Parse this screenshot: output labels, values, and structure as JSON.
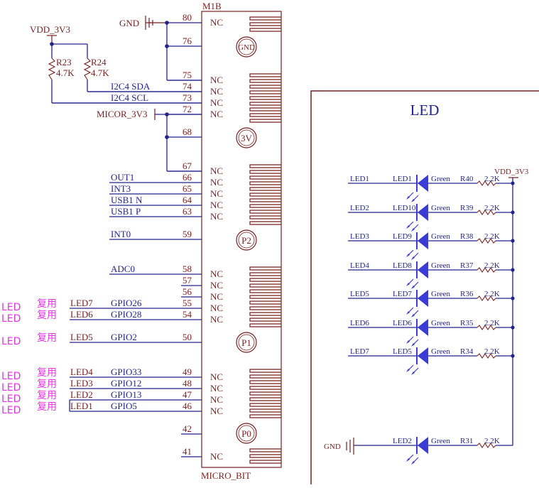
{
  "diagram": {
    "module": {
      "ref": "M1B",
      "name": "MICRO_BIT",
      "pad_labels": [
        "GND",
        "3V",
        "P2",
        "P1",
        "P0"
      ]
    },
    "power": {
      "gnd": "GND",
      "vdd": "VDD_3V3",
      "micor": "MICOR_3V3"
    },
    "resistors": [
      {
        "ref": "R23",
        "value": "4.7K"
      },
      {
        "ref": "R24",
        "value": "4.7K"
      }
    ],
    "pins": [
      {
        "num": "80",
        "nc": "NC",
        "net": ""
      },
      {
        "num": "76",
        "nc": "",
        "net": ""
      },
      {
        "num": "75",
        "nc": "NC",
        "net": ""
      },
      {
        "num": "74",
        "nc": "NC",
        "net": "I2C4_SDA"
      },
      {
        "num": "73",
        "nc": "NC",
        "net": "I2C4_SCL"
      },
      {
        "num": "72",
        "nc": "NC",
        "net": ""
      },
      {
        "num": "68",
        "nc": "",
        "net": ""
      },
      {
        "num": "67",
        "nc": "NC",
        "net": ""
      },
      {
        "num": "66",
        "nc": "NC",
        "net": "OUT1"
      },
      {
        "num": "65",
        "nc": "NC",
        "net": "INT3"
      },
      {
        "num": "64",
        "nc": "NC",
        "net": "USB1_N"
      },
      {
        "num": "63",
        "nc": "NC",
        "net": "USB1_P"
      },
      {
        "num": "59",
        "nc": "",
        "net": "INT0"
      },
      {
        "num": "58",
        "nc": "NC",
        "net": "ADC0"
      },
      {
        "num": "57",
        "nc": "NC",
        "net": ""
      },
      {
        "num": "56",
        "nc": "NC",
        "net": ""
      },
      {
        "num": "55",
        "nc": "NC",
        "net": "GPIO26"
      },
      {
        "num": "54",
        "nc": "NC",
        "net": "GPIO28"
      },
      {
        "num": "50",
        "nc": "",
        "net": "GPIO2"
      },
      {
        "num": "49",
        "nc": "NC",
        "net": "GPIO33"
      },
      {
        "num": "48",
        "nc": "NC",
        "net": "GPIO12"
      },
      {
        "num": "47",
        "nc": "NC",
        "net": "GPIO13"
      },
      {
        "num": "46",
        "nc": "NC",
        "net": "GPIO5"
      },
      {
        "num": "42",
        "nc": "",
        "net": ""
      },
      {
        "num": "41",
        "nc": "NC",
        "net": ""
      }
    ],
    "reuse": [
      {
        "prefix": "LED",
        "word": "复用",
        "led": "LED7"
      },
      {
        "prefix": "LED",
        "word": "复用",
        "led": "LED6"
      },
      {
        "prefix": "LED",
        "word": "复用",
        "led": "LED5"
      },
      {
        "prefix": "LED",
        "word": "复用",
        "led": "LED4"
      },
      {
        "prefix": "LED",
        "word": "复用",
        "led": "LED3"
      },
      {
        "prefix": "LED",
        "word": "复用",
        "led": "LED2"
      },
      {
        "prefix": "LED",
        "word": "复用",
        "led": "LED1"
      }
    ],
    "led_panel": {
      "title": "LED",
      "vdd": "VDD_3V3",
      "gnd": "GND",
      "rows": [
        {
          "net": "LED1",
          "ref": "LED1",
          "color": "Green",
          "res": "R40",
          "val": "2.2K"
        },
        {
          "net": "LED2",
          "ref": "LED10",
          "color": "Green",
          "res": "R39",
          "val": "2.2K"
        },
        {
          "net": "LED3",
          "ref": "LED9",
          "color": "Green",
          "res": "R38",
          "val": "2.2K"
        },
        {
          "net": "LED4",
          "ref": "LED8",
          "color": "Green",
          "res": "R37",
          "val": "2.2K"
        },
        {
          "net": "LED5",
          "ref": "LED7",
          "color": "Green",
          "res": "R36",
          "val": "2.2K"
        },
        {
          "net": "LED6",
          "ref": "LED6",
          "color": "Green",
          "res": "R35",
          "val": "2.2K"
        },
        {
          "net": "LED7",
          "ref": "LED5",
          "color": "Green",
          "res": "R34",
          "val": "2.2K"
        }
      ],
      "power_row": {
        "ref": "LED2",
        "color": "Green",
        "res": "R31",
        "val": "2.2K"
      }
    },
    "colors": {
      "wire": "#23238e",
      "body": "#7a1e1e",
      "diode": "#3b3bd6",
      "annotation": "#e633e6"
    }
  }
}
